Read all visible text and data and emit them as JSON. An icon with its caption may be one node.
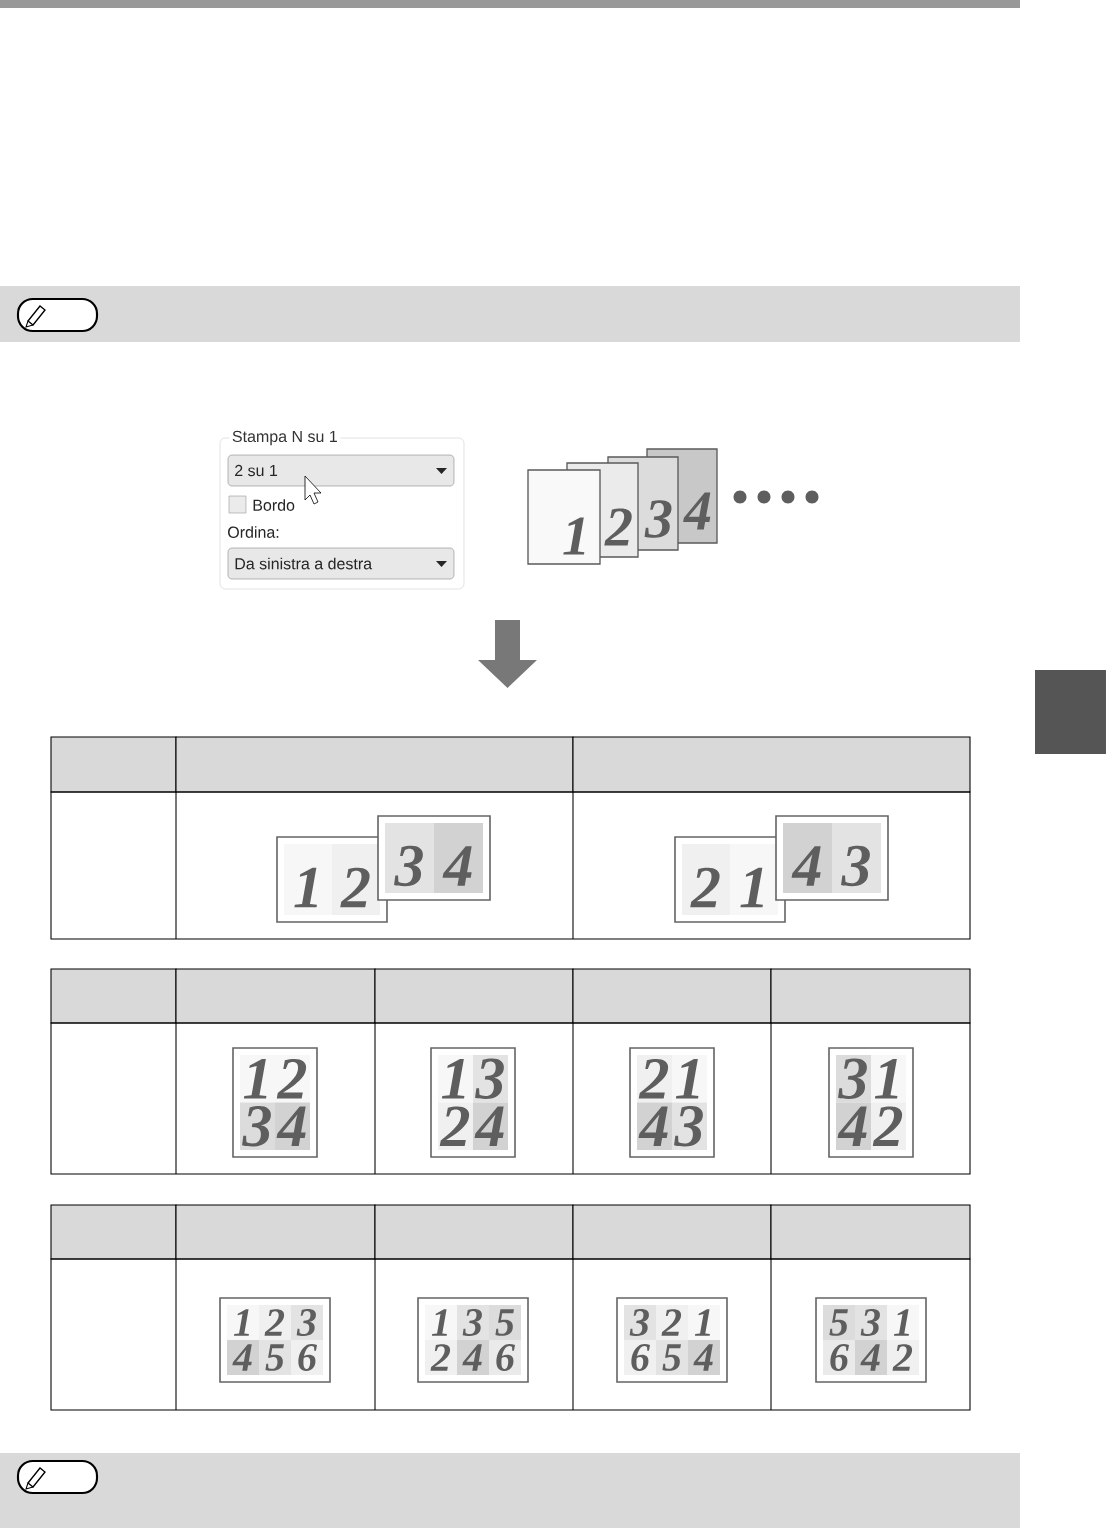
{
  "diagram": {
    "nodes": [
      {
        "text": [],
        "shape": "box"
      }
    ],
    "labels": [
      "Stampa N su 1",
      "2 su 1",
      "Bordo",
      "Ordina:",
      "Da sinistra a destra",
      "1",
      "2",
      "3",
      "4",
      "1",
      "2",
      "3",
      "4",
      "2",
      "1",
      "4",
      "3",
      "1",
      "2",
      "3",
      "4",
      "1",
      "3",
      "2",
      "4",
      "2",
      "1",
      "4",
      "3",
      "3",
      "1",
      "4",
      "2",
      "1",
      "2",
      "3",
      "4",
      "5",
      "6",
      "1",
      "3",
      "5",
      "2",
      "4",
      "6",
      "3",
      "2",
      "1",
      "6",
      "5",
      "4",
      "5",
      "3",
      "1",
      "6",
      "4",
      "2"
    ]
  }
}
